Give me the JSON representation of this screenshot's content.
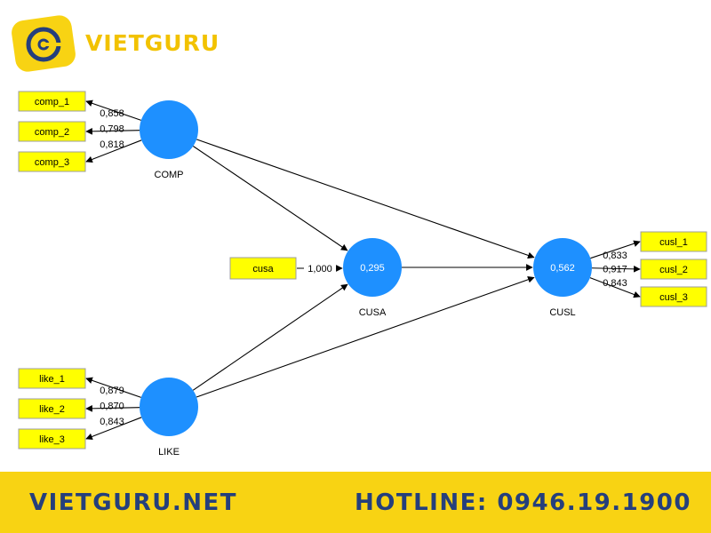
{
  "brand": {
    "name": "VIETGURU",
    "logo_icon": "vietguru-logo-icon",
    "accent": "#f2c200"
  },
  "footer": {
    "site": "VIETGURU.NET",
    "hotline": "HOTLINE: 0946.19.1900",
    "background": "#f8d313",
    "text_color": "#253f7c"
  },
  "model": {
    "constructs": [
      {
        "id": "COMP",
        "label": "COMP",
        "r2": ""
      },
      {
        "id": "LIKE",
        "label": "LIKE",
        "r2": ""
      },
      {
        "id": "CUSA",
        "label": "CUSA",
        "r2": "0,295"
      },
      {
        "id": "CUSL",
        "label": "CUSL",
        "r2": "0,562"
      }
    ],
    "indicators": {
      "COMP": [
        {
          "name": "comp_1",
          "loading": "0,858"
        },
        {
          "name": "comp_2",
          "loading": "0,798"
        },
        {
          "name": "comp_3",
          "loading": "0,818"
        }
      ],
      "LIKE": [
        {
          "name": "like_1",
          "loading": "0,879"
        },
        {
          "name": "like_2",
          "loading": "0,870"
        },
        {
          "name": "like_3",
          "loading": "0,843"
        }
      ],
      "CUSA": [
        {
          "name": "cusa",
          "loading": "1,000"
        }
      ],
      "CUSL": [
        {
          "name": "cusl_1",
          "loading": "0,833"
        },
        {
          "name": "cusl_2",
          "loading": "0,917"
        },
        {
          "name": "cusl_3",
          "loading": "0,843"
        }
      ]
    },
    "paths": [
      [
        "COMP",
        "CUSA"
      ],
      [
        "COMP",
        "CUSL"
      ],
      [
        "LIKE",
        "CUSA"
      ],
      [
        "LIKE",
        "CUSL"
      ],
      [
        "CUSA",
        "CUSL"
      ]
    ],
    "colors": {
      "construct": "#1e90ff",
      "indicator": "#ffff00"
    }
  }
}
